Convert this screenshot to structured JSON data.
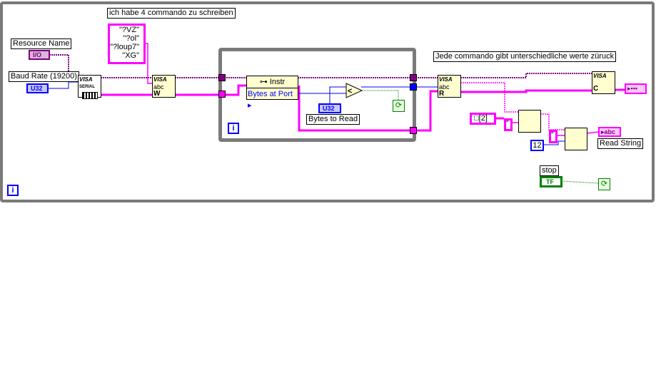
{
  "comments": {
    "top": "ich habe 4 commando zu schreiben",
    "right": "Jede commando gibt unterschiedliche werte züruck"
  },
  "string_array": [
    "\"?VZ\"",
    "\"?ol\"",
    "\"?loup7\"",
    "\"XG\""
  ],
  "controls": {
    "resource_name_label": "Resource Name",
    "resource_name_type": "I/O",
    "baud_rate_label": "Baud Rate (19200)",
    "baud_rate_type": "U32",
    "bytes_to_read_label": "Bytes to Read",
    "bytes_to_read_type": "U32",
    "stop_label": "stop",
    "stop_type": "TF"
  },
  "nodes": {
    "visa_text": "VISA",
    "serial_text": "SERIAL",
    "write_text": "abc",
    "write_letter": "W",
    "read_letter": "R",
    "close_letter": "C",
    "property_class": "Instr",
    "property_name": "Bytes at Port",
    "compare_symbol": "<",
    "index_const": "[2]",
    "empty_string": "\"",
    "num_const": "12"
  },
  "indicators": {
    "read_string_label": "Read String",
    "read_string_type": "abc"
  },
  "loop_iteration_symbol": "i",
  "colors": {
    "resource": "#800080",
    "error": "#ff00ff",
    "numeric": "#0000ff",
    "boolean": "#008000",
    "loop": "#7a7a7a"
  }
}
